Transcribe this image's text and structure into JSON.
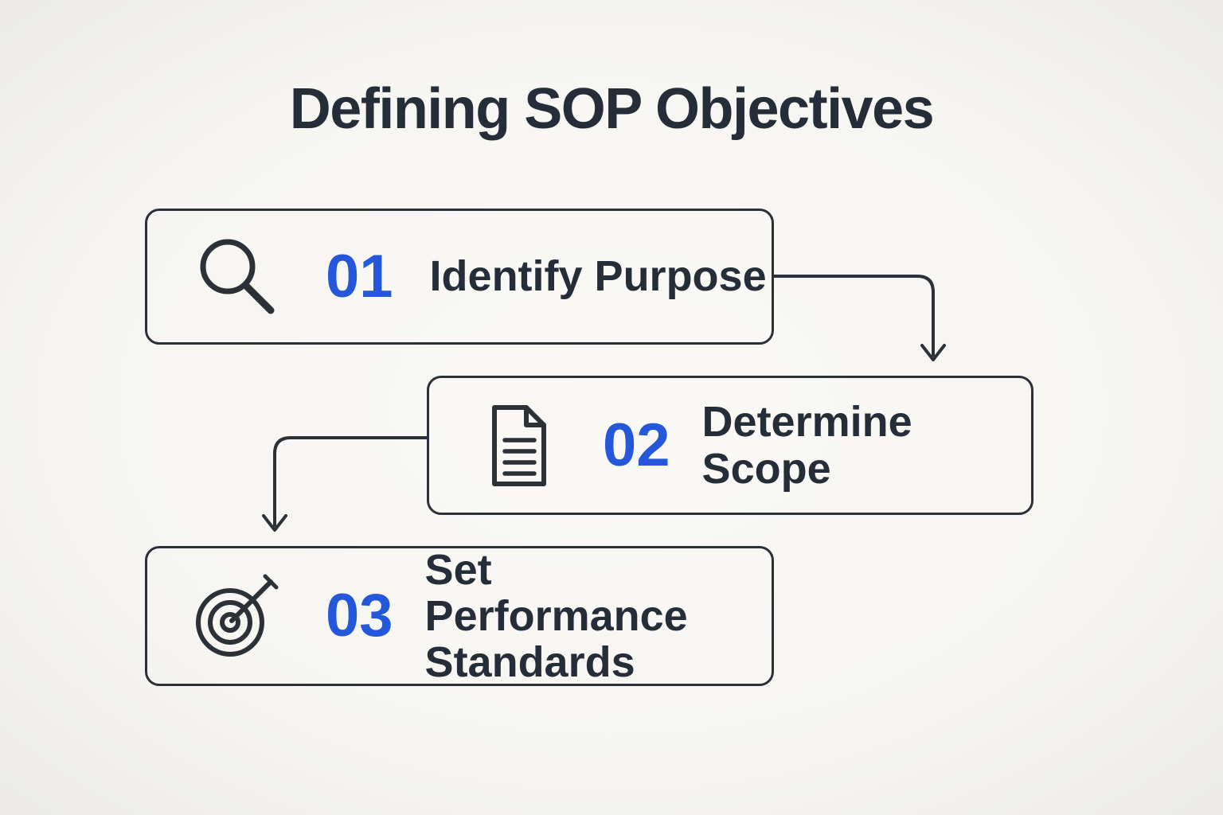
{
  "title": "Defining SOP Objectives",
  "colors": {
    "background": "#f7f6f3",
    "text_dark": "#252e38",
    "accent_blue": "#2457d9",
    "stroke": "#2c3138"
  },
  "steps": [
    {
      "number": "01",
      "label": "Identify Purpose",
      "icon": "magnifier-icon"
    },
    {
      "number": "02",
      "label": "Determine Scope",
      "icon": "document-icon"
    },
    {
      "number": "03",
      "label": "Set Performance Standards",
      "icon": "target-icon"
    }
  ]
}
